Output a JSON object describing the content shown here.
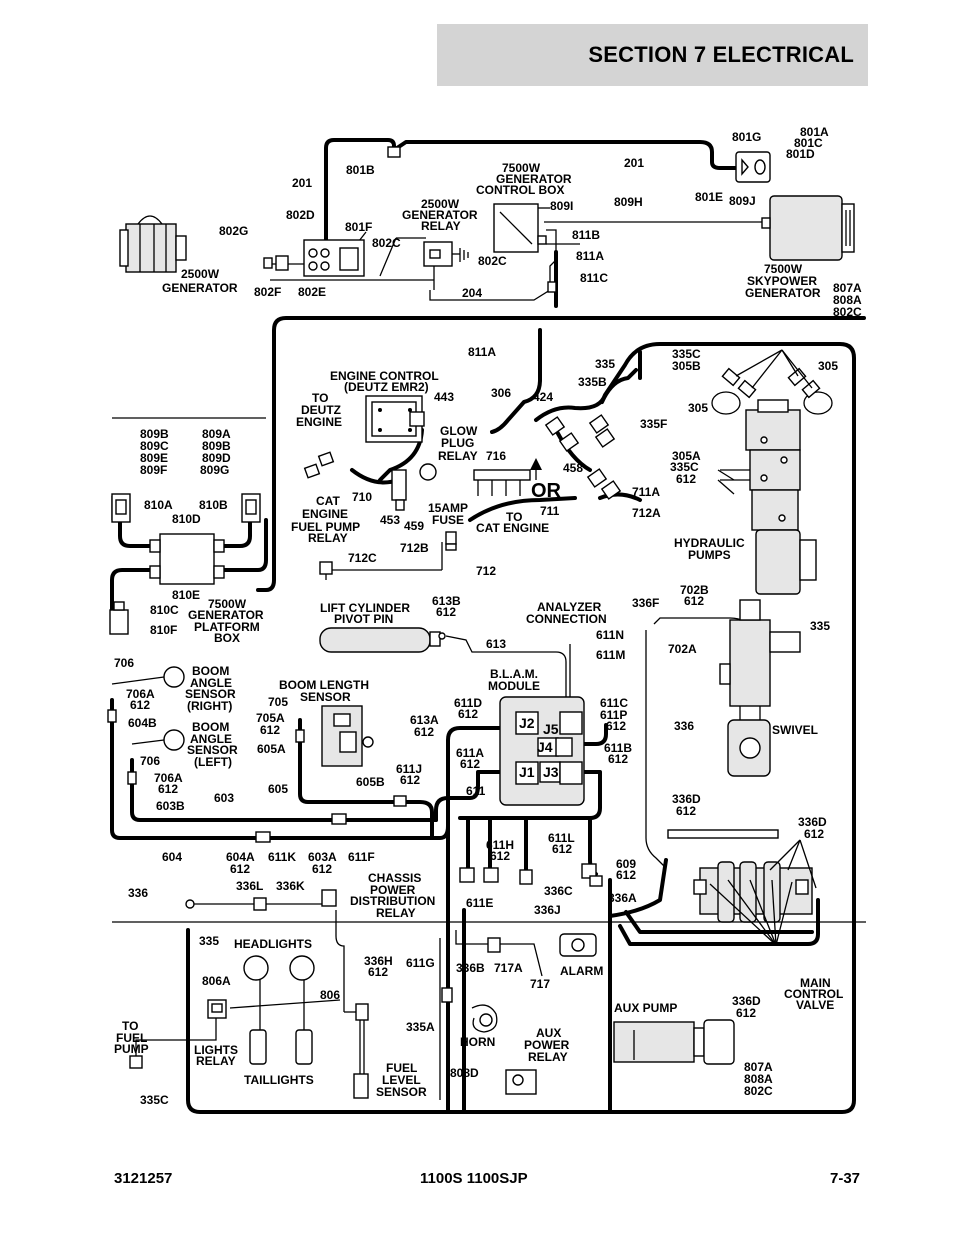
{
  "header": {
    "section_title": "SECTION 7   ELECTRICAL"
  },
  "footer": {
    "doc_number": "3121257",
    "model": "1100S 1100SJP",
    "page": "7-37"
  },
  "labels": {
    "l801g": "801G",
    "l801a": "801A",
    "l801c": "801C",
    "l801d": "801D",
    "l801b": "801B",
    "l201a": "201",
    "l201b": "201",
    "gencb1": "7500W",
    "gencb2": "GENERATOR",
    "gencb3": "CONTROL BOX",
    "l809i": "809I",
    "l809h": "809H",
    "l801e": "801E",
    "l809j": "809J",
    "l802d": "802D",
    "l802g": "802G",
    "l801f": "801F",
    "l802c1": "802C",
    "relay1": "2500W",
    "relay2": "GENERATOR",
    "relay3": "RELAY",
    "l811b": "811B",
    "l802c2": "802C",
    "l811a": "811A",
    "l811c": "811C",
    "gen2500a": "2500W",
    "gen2500b": "GENERATOR",
    "l802f": "802F",
    "l802e": "802E",
    "l204": "204",
    "sky1": "7500W",
    "sky2": "SKYPOWER",
    "sky3": "GENERATOR",
    "l807a1": "807A",
    "l808a1": "808A",
    "l802c3": "802C",
    "l811a2": "811A",
    "l335a": "335",
    "l335c305b1": "335C",
    "l335c305b2": "305B",
    "l305a": "305",
    "l335b": "335B",
    "l305b": "305",
    "l335f": "335F",
    "ec1": "ENGINE CONTROL",
    "ec2": "(DEUTZ EMR2)",
    "l443": "443",
    "l306": "306",
    "l424": "424",
    "td1": "TO",
    "td2": "DEUTZ",
    "td3": "ENGINE",
    "gp1": "GLOW",
    "gp2": "PLUG",
    "gp3": "RELAY",
    "l716": "716",
    "l458": "458",
    "l305a335c1": "305A",
    "l305a335c2": "335C",
    "l305a335c3": "612",
    "l711a": "711A",
    "l712a": "712A",
    "l711": "711",
    "or": "OR",
    "l809b": "809B",
    "l809c": "809C",
    "l809e": "809E",
    "l809f": "809F",
    "l809a": "809A",
    "l809b2": "809B",
    "l809d": "809D",
    "l809g": "809G",
    "l710": "710",
    "l453": "453",
    "l459": "459",
    "cat1": "CAT",
    "cat2": "ENGINE",
    "cat3": "FUEL PUMP",
    "cat4": "RELAY",
    "fuse1": "15AMP",
    "fuse2": "FUSE",
    "tc1": "TO",
    "tc2": "CAT ENGINE",
    "hp1": "HYDRAULIC",
    "hp2": "PUMPS",
    "l810a": "810A",
    "l810b": "810B",
    "l810d": "810D",
    "l712c": "712C",
    "l712b": "712B",
    "l712": "712",
    "l810e": "810E",
    "pb1": "7500W",
    "pb2": "GENERATOR",
    "pb3": "PLATFORM",
    "pb4": "BOX",
    "l810c": "810C",
    "l810f": "810F",
    "lc1": "LIFT CYLINDER",
    "lc2": "PIVOT PIN",
    "l613b1": "613B",
    "l613b2": "612",
    "l613": "613",
    "an1": "ANALYZER",
    "an2": "CONNECTION",
    "l611n": "611N",
    "l611m": "611M",
    "l336f": "336F",
    "l702b1": "702B",
    "l702b2": "612",
    "l702a": "702A",
    "l335r": "335",
    "l706": "706",
    "bar1": "BOOM",
    "bar2": "ANGLE",
    "bar3": "SENSOR",
    "bar4": "(RIGHT)",
    "bl1": "BOOM LENGTH",
    "bl2": "SENSOR",
    "bm1": "B.L.A.M.",
    "bm2": "MODULE",
    "l706a1": "706A",
    "l706a2": "612",
    "l705": "705",
    "l604b": "604B",
    "bal1": "BOOM",
    "bal2": "ANGLE",
    "bal3": "SENSOR",
    "bal4": "(LEFT)",
    "l705a1": "705A",
    "l705a2": "612",
    "l605a": "605A",
    "l611d1": "611D",
    "l611d2": "612",
    "l613a1": "613A",
    "l613a2": "612",
    "l611a1": "611A",
    "l611a2": "612",
    "j2": "J2",
    "j5": "J5",
    "j4": "J4",
    "j1": "J1",
    "j3": "J3",
    "l611c": "611C",
    "l611p": "611P",
    "l611p2": "612",
    "l611b1": "611B",
    "l611b2": "612",
    "l336m": "336",
    "swivel": "SWIVEL",
    "l706b": "706",
    "l706a3": "706A",
    "l706a4": "612",
    "l603b": "603B",
    "l605": "605",
    "l605b": "605B",
    "l611j1": "611J",
    "l611j2": "612",
    "l603": "603",
    "l611": "611",
    "l336d1": "336D",
    "l336d2": "612",
    "l336d3": "336D",
    "l336d4": "612",
    "l604": "604",
    "l604a1": "604A",
    "l604a2": "612",
    "l611k": "611K",
    "l603a1": "603A",
    "l603a2": "612",
    "l611f": "611F",
    "l611h1": "611H",
    "l611h2": "612",
    "l611l1": "611L",
    "l611l2": "612",
    "l609a": "609",
    "l609b": "612",
    "cp1": "CHASSIS",
    "cp2": "POWER",
    "cp3": "DISTRIBUTION",
    "cp4": "RELAY",
    "l336l": "336L",
    "l336k": "336K",
    "l336c": "336C",
    "l336a": "336A",
    "l611e": "611E",
    "l336j": "336J",
    "l336left": "336",
    "l335mid": "335",
    "headlights": "HEADLIGHTS",
    "l336h1": "336H",
    "l336h2": "612",
    "l611g": "611G",
    "l336b": "336B",
    "l717a": "717A",
    "alarm": "ALARM",
    "l717": "717",
    "l806a": "806A",
    "l806": "806",
    "mcv1": "MAIN",
    "mcv2": "CONTROL",
    "mcv3": "VALVE",
    "l336d5": "336D",
    "l336d6": "612",
    "tf1": "TO",
    "tf2": "FUEL",
    "tf3": "PUMP",
    "lr1": "LIGHTS",
    "lr2": "RELAY",
    "l335a2": "335A",
    "horn": "HORN",
    "ap1": "AUX",
    "ap2": "POWER",
    "ap3": "RELAY",
    "auxpump": "AUX PUMP",
    "taillights": "TAILLIGHTS",
    "fl1": "FUEL",
    "fl2": "LEVEL",
    "fl3": "SENSOR",
    "l808d": "808D",
    "l807a2": "807A",
    "l808a2": "808A",
    "l802c4": "802C",
    "l335c": "335C"
  }
}
